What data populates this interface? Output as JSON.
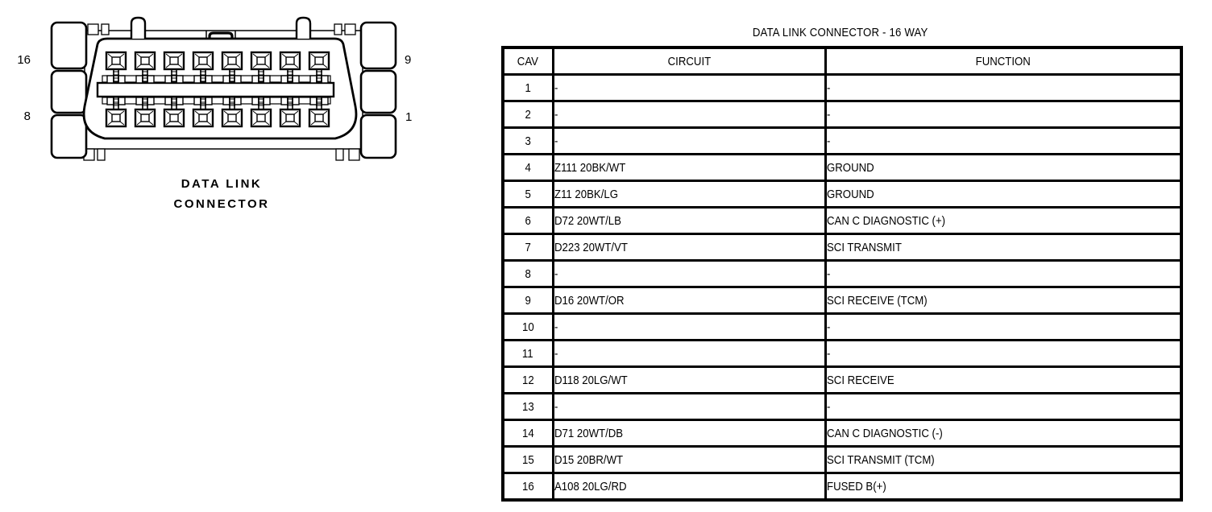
{
  "connector": {
    "caption_line1": "DATA LINK",
    "caption_line2": "CONNECTOR",
    "pin_labels": {
      "top_left": "16",
      "bottom_left": "8",
      "top_right": "9",
      "bottom_right": "1"
    },
    "pin_count": 16
  },
  "table": {
    "title": "DATA LINK CONNECTOR - 16 WAY",
    "columns": [
      "CAV",
      "CIRCUIT",
      "FUNCTION"
    ],
    "rows": [
      {
        "cav": "1",
        "circuit": "-",
        "function": "-"
      },
      {
        "cav": "2",
        "circuit": "-",
        "function": "-"
      },
      {
        "cav": "3",
        "circuit": "-",
        "function": "-"
      },
      {
        "cav": "4",
        "circuit": "Z111 20BK/WT",
        "function": "GROUND"
      },
      {
        "cav": "5",
        "circuit": "Z11 20BK/LG",
        "function": "GROUND"
      },
      {
        "cav": "6",
        "circuit": "D72 20WT/LB",
        "function": "CAN C DIAGNOSTIC (+)"
      },
      {
        "cav": "7",
        "circuit": "D223 20WT/VT",
        "function": "SCI TRANSMIT"
      },
      {
        "cav": "8",
        "circuit": "-",
        "function": "-"
      },
      {
        "cav": "9",
        "circuit": "D16 20WT/OR",
        "function": "SCI RECEIVE (TCM)"
      },
      {
        "cav": "10",
        "circuit": "-",
        "function": "-"
      },
      {
        "cav": "11",
        "circuit": "-",
        "function": "-"
      },
      {
        "cav": "12",
        "circuit": "D118 20LG/WT",
        "function": "SCI RECEIVE"
      },
      {
        "cav": "13",
        "circuit": "-",
        "function": "-"
      },
      {
        "cav": "14",
        "circuit": "D71 20WT/DB",
        "function": "CAN C DIAGNOSTIC (-)"
      },
      {
        "cav": "15",
        "circuit": "D15 20BR/WT",
        "function": "SCI TRANSMIT (TCM)"
      },
      {
        "cav": "16",
        "circuit": "A108 20LG/RD",
        "function": "FUSED B(+)"
      }
    ]
  },
  "colors": {
    "ink": "#000000",
    "background": "#ffffff"
  }
}
